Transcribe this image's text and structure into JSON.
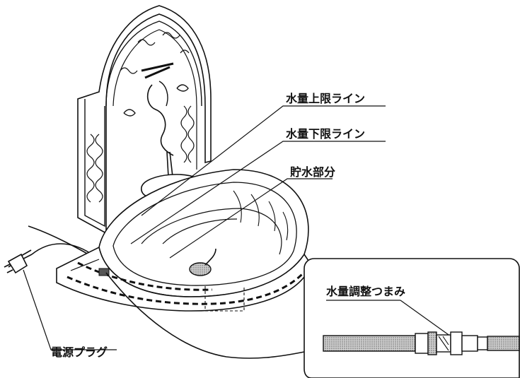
{
  "labels": {
    "water_upper_limit_line": "水量上限ライン",
    "water_lower_limit_line": "水量下限ライン",
    "water_storage_part": "貯水部分",
    "water_flow_adjust_knob": "水量調整つまみ",
    "power_plug": "電源プラグ"
  },
  "colors": {
    "ink": "#111111",
    "paper": "#ffffff",
    "hose_fill": "#9a9a9a"
  },
  "icons": {
    "fountain": "fountain-illustration",
    "plug": "power-plug-icon",
    "pump_detail": "pump-hose-detail"
  }
}
